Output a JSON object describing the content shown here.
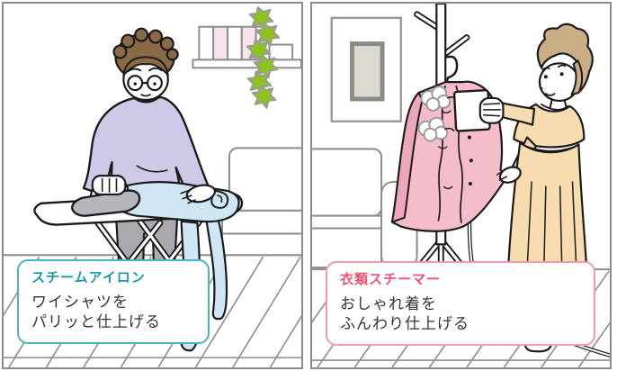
{
  "panels": {
    "steam_iron": {
      "caption": {
        "title": "スチームアイロン",
        "line1": "ワイシャツを",
        "line2": "パリッと仕上げる",
        "title_color": "#1b9aab",
        "border_color": "#49b4c3"
      },
      "scene_objects": [
        "man-ironing",
        "steam-iron",
        "ironing-board",
        "shirt",
        "wall-shelf",
        "books",
        "ivy-plant",
        "sofa"
      ]
    },
    "garment_steamer": {
      "caption": {
        "title": "衣類スチーマー",
        "line1": "おしゃれ着を",
        "line2": "ふんわり仕上げる",
        "title_color": "#ea5172",
        "border_color": "#f29aa9"
      },
      "scene_objects": [
        "woman-steaming",
        "garment-steamer",
        "clothes-rack",
        "pink-blouse",
        "steam-puffs",
        "wall-art",
        "sofa",
        "power-cord"
      ]
    }
  },
  "palette": {
    "panel_border": "#8c8c8c",
    "outline": "#1a1a1a",
    "furniture_gray": "#8c8c8c",
    "sweater_lavender": "#cdc9e6",
    "pants_gray": "#a9a9af",
    "man_hair_brown": "#8a6a44",
    "shirt_blue": "#cfe6f5",
    "iron_gray": "#b6b6bd",
    "book_pink": "#f7e3ed",
    "ivy_green": "#8dc21f",
    "blouse_pink": "#f5bcc9",
    "blouse_pink_dark": "#eda7ba",
    "dress_beige": "#f6dcae",
    "woman_hair_tan": "#c9ad85",
    "caption_text": "#333333"
  }
}
